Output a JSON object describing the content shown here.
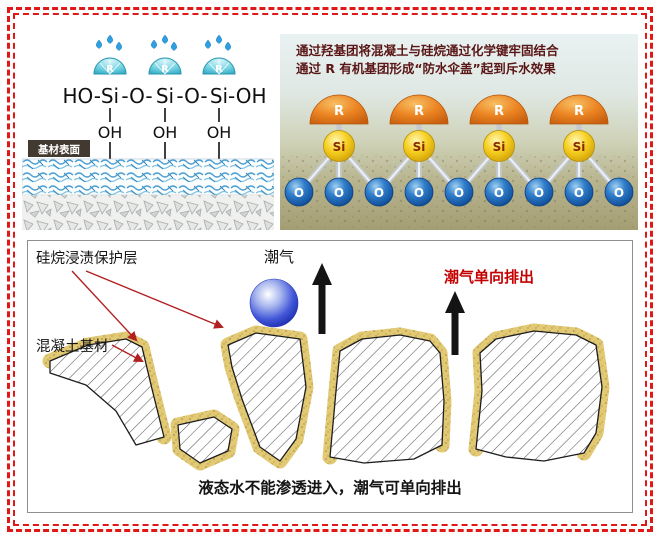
{
  "top_left": {
    "formula_prefix": "HO-",
    "formula_si": "Si",
    "formula_link": "-O-",
    "formula_suffix": "-OH",
    "hydroxyl": "OH",
    "r_group": "R",
    "substrate_surface_label": "基材表面"
  },
  "top_right": {
    "caption_line1": "通过羟基团将混凝土与硅烷通过化学键牢固结合",
    "caption_line2": "通过 R 有机基团形成“防水伞盖”起到斥水效果",
    "r_label": "R",
    "si_label": "Si",
    "o_label": "O",
    "colors": {
      "dome_orange": "#ec8623",
      "si_yellow": "#f6cf20",
      "o_blue": "#2f7cc9"
    }
  },
  "bottom_panel": {
    "coating_label": "硅烷浸渍保护层",
    "moisture_label": "潮气",
    "one_way_label": "潮气单向排出",
    "substrate_label": "混凝土基材",
    "caption": "液态水不能渗透进入，潮气可单向排出",
    "colors": {
      "one_way_red": "#c40000",
      "coating_sand": "#e2ca74"
    }
  }
}
